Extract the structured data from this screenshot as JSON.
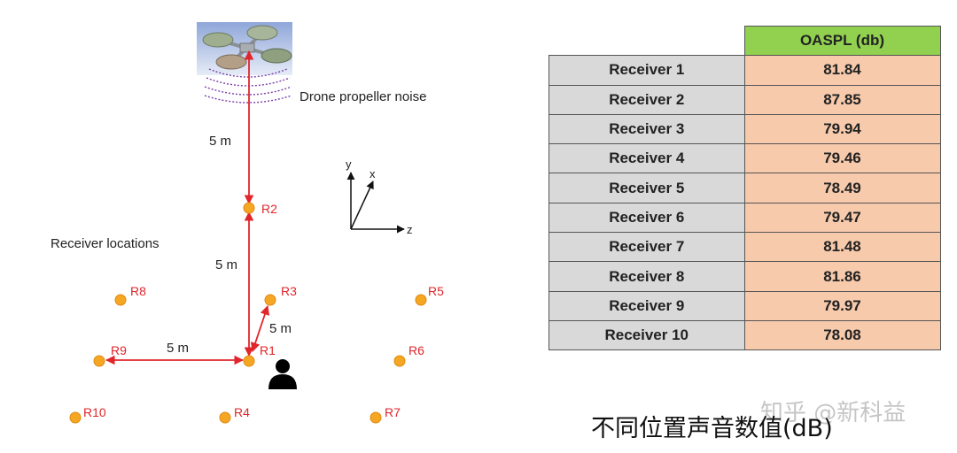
{
  "diagram": {
    "source_label": "Drone propeller noise",
    "receiver_locations_label": "Receiver locations",
    "distances": {
      "drone_to_r2": "5 m",
      "r2_to_r1": "5 m",
      "r1_to_r3": "5 m",
      "r9_to_r1": "5 m"
    },
    "axes": {
      "x": "x",
      "y": "y",
      "z": "z"
    },
    "receivers": {
      "R1": "R1",
      "R2": "R2",
      "R3": "R3",
      "R4": "R4",
      "R5": "R5",
      "R6": "R6",
      "R7": "R7",
      "R8": "R8",
      "R9": "R9",
      "R10": "R10"
    },
    "colors": {
      "arrow": "#e0262b",
      "receiver_dot": "#f5a623",
      "label": "#e0262b"
    }
  },
  "table": {
    "header": "OASPL (db)",
    "rows": [
      {
        "name": "Receiver 1",
        "value": "81.84"
      },
      {
        "name": "Receiver 2",
        "value": "87.85"
      },
      {
        "name": "Receiver 3",
        "value": "79.94"
      },
      {
        "name": "Receiver 4",
        "value": "79.46"
      },
      {
        "name": "Receiver 5",
        "value": "78.49"
      },
      {
        "name": "Receiver 6",
        "value": "79.47"
      },
      {
        "name": "Receiver 7",
        "value": "81.48"
      },
      {
        "name": "Receiver 8",
        "value": "81.86"
      },
      {
        "name": "Receiver 9",
        "value": "79.97"
      },
      {
        "name": "Receiver 10",
        "value": "78.08"
      }
    ],
    "colors": {
      "header_bg": "#92d050",
      "name_bg": "#d9d9d9",
      "value_bg": "#f7caac"
    }
  },
  "caption": "不同位置声音数值(dB)",
  "watermark": "知乎 @新科益"
}
